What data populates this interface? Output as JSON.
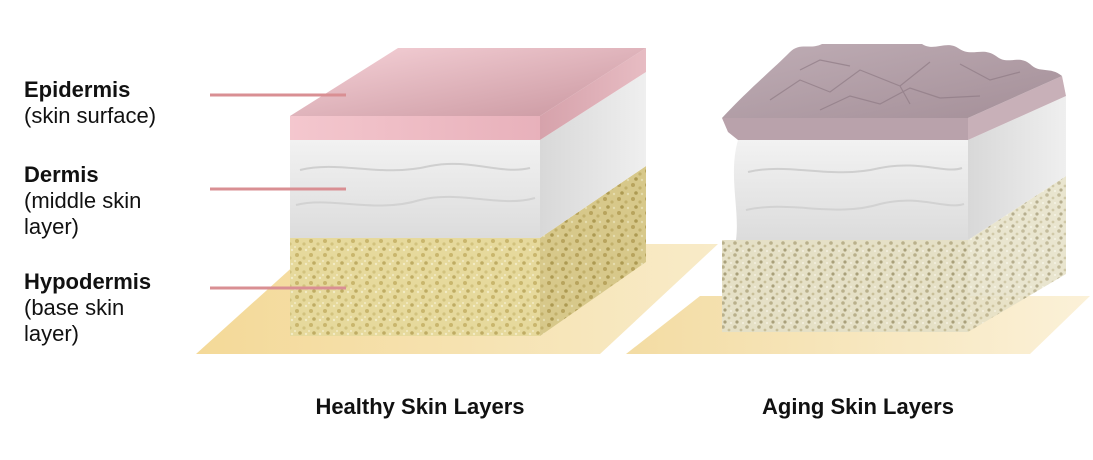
{
  "labels": {
    "epidermis": {
      "name": "Epidermis",
      "desc": "(skin surface)"
    },
    "dermis": {
      "name": "Dermis",
      "desc": "(middle skin layer)"
    },
    "hypodermis": {
      "name": "Hypodermis",
      "desc": "(base skin layer)"
    }
  },
  "captions": {
    "healthy": "Healthy Skin Layers",
    "aging": "Aging Skin Layers"
  },
  "colors": {
    "pointer_line": "#d98f93",
    "epidermis_healthy": "#f3c9cf",
    "epidermis_aging": "#bda8b0",
    "dermis": "#eceded",
    "hypodermis": "#e3d79a",
    "base_plate": "#f4dc9c"
  }
}
